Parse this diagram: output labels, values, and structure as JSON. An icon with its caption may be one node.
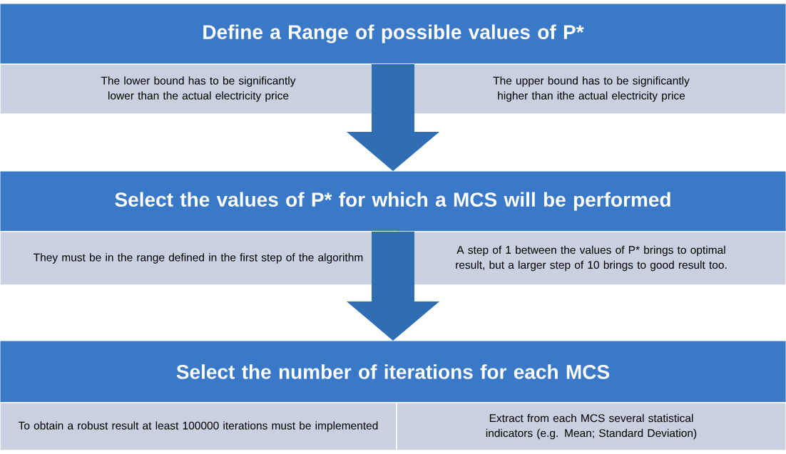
{
  "diagram": {
    "nodes": [
      {
        "text": [
          "Define a Range of possible values of P*"
        ]
      },
      {
        "text": [
          "The lower bound has to be significantly lower than the actual electricity price"
        ]
      },
      {
        "text": [
          "The upper bound has to be significantly higher than ithe actual electricity price"
        ]
      },
      {
        "text": [
          "Select the values of P* for which a MCS will be performed"
        ]
      },
      {
        "text": [
          "They must be in the range defined in the first step of the algorithm"
        ]
      },
      {
        "text": [
          "A step of 1 between the values of P* brings to optimal result, but a larger step of 10 brings to good result too."
        ]
      },
      {
        "text": [
          "Select the number of iterations for each MCS"
        ]
      },
      {
        "text": [
          "To obtain a robust result at least 100000 iterations must be implemented"
        ]
      },
      {
        "text": [
          "Extract from each MCS several statistical indicators (e.g. Mean; Standard Deviation)"
        ]
      }
    ],
    "edges": [
      {
        "from": 0,
        "to": 3,
        "arrow": "to"
      },
      {
        "from": 3,
        "to": 6,
        "arrow": "to"
      }
    ]
  }
}
